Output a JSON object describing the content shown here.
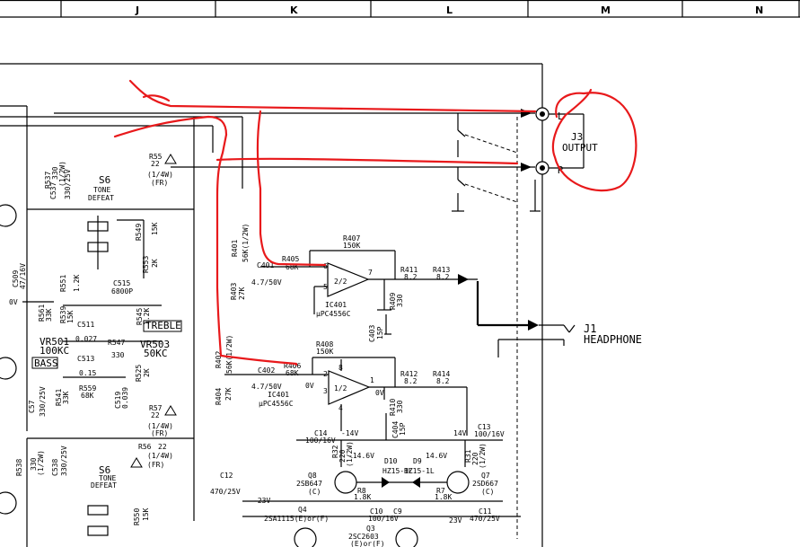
{
  "grid_columns": [
    "J",
    "K",
    "L",
    "M",
    "N"
  ],
  "jacks": {
    "output_ref": "J3",
    "output_name": "OUTPUT",
    "left_pin": "L",
    "right_pin": "R",
    "headphone_ref": "J1",
    "headphone_name": "HEADPHONE"
  },
  "switch_blocks": [
    {
      "ref": "S6",
      "name1": "TONE",
      "name2": "DEFEAT"
    },
    {
      "ref": "S6",
      "name1": "TONE",
      "name2": "DEFEAT"
    }
  ],
  "opamps": [
    {
      "ref": "IC401",
      "part": "μPC4556C",
      "unit": "2/2",
      "pins": [
        "6",
        "5",
        "7"
      ]
    },
    {
      "ref": "IC401",
      "part": "μPC4556C",
      "unit": "1/2",
      "pins": [
        "2",
        "3",
        "1",
        "8",
        "4"
      ]
    }
  ],
  "controls": {
    "treble": "TREBLE",
    "bass": "BASS",
    "vr501": "VR501",
    "vr501_val": "100KC",
    "vr503": "VR503",
    "vr503_val": "50KC"
  },
  "components": {
    "r407": "R407",
    "r407v": "150K",
    "r405": "R405",
    "r405v": "68K",
    "c401": "C401",
    "c401v": "4.7/50V",
    "r401": "R401",
    "r401v": "56K(1/2W)",
    "r403": "R403",
    "r403v": "27K",
    "r411": "R411",
    "r411v": "8.2",
    "r413": "R413",
    "r413v": "8.2",
    "r409": "R409",
    "r409v": "330",
    "c403": "C403",
    "c403v": "15P",
    "r408": "R408",
    "r408v": "150K",
    "r406": "R406",
    "r406v": "68K",
    "c402": "C402",
    "c402v": "4.7/50V",
    "r402": "R402",
    "r402v": "56K(1/2W)",
    "r404": "R404",
    "r404v": "27K",
    "r412": "R412",
    "r412v": "8.2",
    "r414": "R414",
    "r414v": "8.2",
    "r410": "R410",
    "r410v": "330",
    "c404": "C404",
    "c404v": "15P",
    "r55": "R55",
    "r55v": "22",
    "r55p": "(1/4W)",
    "r55f": "(FR)",
    "r56": "R56",
    "r56v": "22",
    "r56p": "(1/4W)",
    "r56f": "(FR)",
    "r57": "R57",
    "r57v": "22",
    "r57p": "(1/4W)",
    "r57f": "(FR)",
    "r537": "R537",
    "r537v": "330",
    "r537p": "(1/2W)",
    "c537": "C537",
    "c537v": "330/25V",
    "r538": "R538",
    "r538v": "330",
    "r538p": "(1/2W)",
    "c538": "C538",
    "c538v": "330/25V",
    "c509": "C509",
    "c509v": "47/16V",
    "r549": "R549",
    "r549v": "15K",
    "r553": "R553",
    "r553v": "2K",
    "r551": "R551",
    "r551v": "1.2K",
    "c515": "C515",
    "c515v": "6800P",
    "r561": "R561",
    "r561v": "33K",
    "r539": "R539",
    "r539v": "15K",
    "c511": "C511",
    "c511v": "0.027",
    "r547": "R547",
    "r547v": "330",
    "r545": "R545",
    "r545v": "1.2K",
    "c513": "C513",
    "c513v": "0.15",
    "r559": "R559",
    "r559v": "68K",
    "r541": "R541",
    "r541v": "33K",
    "c519": "C519",
    "c519v": "0.039",
    "r525": "R525",
    "r525v": "2K",
    "c57": "C57",
    "c57v": "330/25V",
    "r550": "R550",
    "r550v": "15K",
    "c14": "C14",
    "c14v": "100/16V",
    "c13": "C13",
    "c13v": "100/16V",
    "c12": "C12",
    "c12v": "470/25V",
    "c11": "C11",
    "c11v": "470/25V",
    "c10": "C10",
    "c9": "C9",
    "c910v": "100/16V",
    "r32": "R32",
    "r32v": "220",
    "r32p": "(1/2W)",
    "r31": "R31",
    "r31v": "220",
    "r31p": "(1/2W)",
    "r8": "R8",
    "r8v": "1.8K",
    "r7": "R7",
    "r7v": "1.8K",
    "d10": "D10",
    "d10v": "HZ15-1L",
    "d9": "D9",
    "d9v": "HZ15-1L",
    "q8": "Q8",
    "q8v": "2SB647",
    "q8c": "(C)",
    "q7": "Q7",
    "q7v": "2SD667",
    "q7c": "(C)",
    "q4": "Q4",
    "q4v": "2SA1115(E)or(F)",
    "q3": "Q3",
    "q3v": "2SC2603",
    "q3e": "(E)or(F)",
    "v_neg146": "-14.6V",
    "v_pos146": "14.6V",
    "v_neg14": "-14V",
    "v_pos14": "14V",
    "v_neg23": "-23V",
    "v_pos23": "23V",
    "v_0a": "0V",
    "v_0b": "0V",
    "v_0c": "0V"
  }
}
